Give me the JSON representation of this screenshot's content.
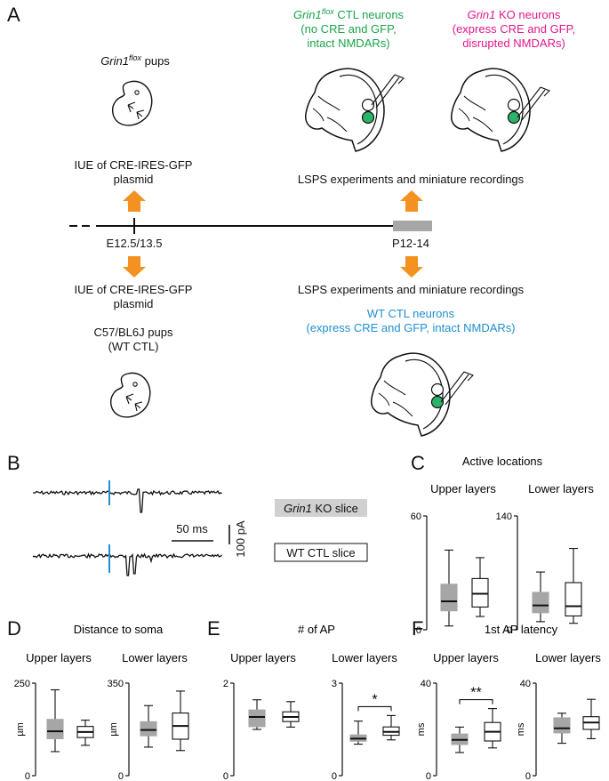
{
  "panels": {
    "a": "A",
    "b": "B",
    "c": "C",
    "d": "D",
    "e": "E",
    "f": "F"
  },
  "panel_a": {
    "flox_pups": {
      "gene": "Grin1",
      "sup": "flox",
      "rest": " pups"
    },
    "flox_ctl": {
      "gene": "Grin1",
      "sup": "flox",
      "rest": " CTL neurons",
      "line2": "(no CRE and GFP,",
      "line3": "intact NMDARs)",
      "color": "#1aa34a"
    },
    "ko": {
      "gene": "Grin1",
      "rest": " KO neurons",
      "line2": "(express CRE and GFP,",
      "line3": "disrupted NMDARs)",
      "color": "#e0188a"
    },
    "iue_top": {
      "line1": "IUE of CRE-IRES-GFP",
      "line2": "plasmid"
    },
    "lsps_top": "LSPS experiments and miniature recordings",
    "timeline_left": "E12.5/13.5",
    "timeline_right": "P12-14",
    "iue_bottom": {
      "line1": "IUE of CRE-IRES-GFP",
      "line2": "plasmid"
    },
    "lsps_bottom": "LSPS experiments and miniature recordings",
    "wt_pups": {
      "line1": "C57/BL6J pups",
      "line2": "(WT CTL)"
    },
    "wt_ctl": {
      "line1": "WT CTL neurons",
      "line2": "(express CRE and GFP, intact NMDARs)",
      "color": "#1f8fd0"
    },
    "arrow_color": "#f39220",
    "gfp_color": "#2bb36a",
    "bar_color": "#a6a6a6"
  },
  "panel_b": {
    "scale_time": "50 ms",
    "scale_current": "100 pA",
    "legend_ko": {
      "gene": "Grin1",
      "rest": " KO slice",
      "fill": "#d0d0d0"
    },
    "legend_wt": "WT CTL slice",
    "stim_color": "#1f8fd0"
  },
  "chart_data": [
    {
      "panel": "C",
      "title": "Active locations",
      "type": "box",
      "groups": [
        {
          "label": "Upper layers",
          "ylabel": "",
          "ylim": [
            0,
            60
          ],
          "ticks": [
            "60",
            "0"
          ],
          "boxes": [
            {
              "name": "Grin1 KO",
              "fill": "#a6a6a6",
              "min": 2,
              "q1": 10,
              "median": 15,
              "q3": 24,
              "max": 42
            },
            {
              "name": "WT CTL",
              "fill": "#ffffff",
              "min": 7,
              "q1": 12,
              "median": 19,
              "q3": 27,
              "max": 38
            }
          ]
        },
        {
          "label": "Lower layers",
          "ylabel": "",
          "ylim": [
            0,
            140
          ],
          "ticks": [
            "140",
            "0"
          ],
          "boxes": [
            {
              "name": "Grin1 KO",
              "fill": "#a6a6a6",
              "min": 10,
              "q1": 21,
              "median": 30,
              "q3": 46,
              "max": 71
            },
            {
              "name": "WT CTL",
              "fill": "#ffffff",
              "min": 8,
              "q1": 17,
              "median": 29,
              "q3": 58,
              "max": 100
            }
          ]
        }
      ]
    },
    {
      "panel": "D",
      "title": "Distance to soma",
      "type": "box",
      "groups": [
        {
          "label": "Upper layers",
          "ylabel": "µm",
          "ylim": [
            0,
            250
          ],
          "ticks": [
            "250",
            "0"
          ],
          "boxes": [
            {
              "name": "Grin1 KO",
              "fill": "#a6a6a6",
              "min": 65,
              "q1": 100,
              "median": 120,
              "q3": 152,
              "max": 232
            },
            {
              "name": "WT CTL",
              "fill": "#ffffff",
              "min": 82,
              "q1": 103,
              "median": 118,
              "q3": 133,
              "max": 150
            }
          ]
        },
        {
          "label": "Lower layers",
          "ylabel": "µm",
          "ylim": [
            0,
            350
          ],
          "ticks": [
            "350",
            "0"
          ],
          "boxes": [
            {
              "name": "Grin1 KO",
              "fill": "#a6a6a6",
              "min": 108,
              "q1": 151,
              "median": 173,
              "q3": 204,
              "max": 265
            },
            {
              "name": "WT CTL",
              "fill": "#ffffff",
              "min": 95,
              "q1": 138,
              "median": 188,
              "q3": 237,
              "max": 320
            }
          ]
        }
      ]
    },
    {
      "panel": "E",
      "title": "# of AP",
      "type": "box",
      "groups": [
        {
          "label": "Upper layers",
          "ylabel": "",
          "ylim": [
            0,
            2
          ],
          "ticks": [
            "2",
            "0"
          ],
          "boxes": [
            {
              "name": "Grin1 KO",
              "fill": "#a6a6a6",
              "min": 1.0,
              "q1": 1.06,
              "median": 1.27,
              "q3": 1.42,
              "max": 1.64
            },
            {
              "name": "WT CTL",
              "fill": "#ffffff",
              "min": 1.05,
              "q1": 1.17,
              "median": 1.27,
              "q3": 1.38,
              "max": 1.6
            }
          ]
        },
        {
          "label": "Lower layers",
          "ylabel": "",
          "ylim": [
            0,
            3
          ],
          "ticks": [
            "3",
            "0"
          ],
          "boxes": [
            {
              "name": "Grin1 KO",
              "fill": "#a6a6a6",
              "min": 1.02,
              "q1": 1.12,
              "median": 1.2,
              "q3": 1.32,
              "max": 1.77
            },
            {
              "name": "WT CTL",
              "fill": "#ffffff",
              "min": 1.16,
              "q1": 1.31,
              "median": 1.42,
              "q3": 1.58,
              "max": 1.95
            }
          ]
        }
      ],
      "significance": [
        {
          "group": 1,
          "label": "*"
        }
      ]
    },
    {
      "panel": "F",
      "title": "1st AP latency",
      "type": "box",
      "groups": [
        {
          "label": "Upper layers",
          "ylabel": "ms",
          "ylim": [
            0,
            40
          ],
          "ticks": [
            "40",
            "0"
          ],
          "boxes": [
            {
              "name": "Grin1 KO",
              "fill": "#a6a6a6",
              "min": 10,
              "q1": 13.5,
              "median": 15.5,
              "q3": 18,
              "max": 21
            },
            {
              "name": "WT CTL",
              "fill": "#ffffff",
              "min": 12,
              "q1": 15,
              "median": 19,
              "q3": 23,
              "max": 29
            }
          ]
        },
        {
          "label": "Lower layers",
          "ylabel": "ms",
          "ylim": [
            0,
            40
          ],
          "ticks": [
            "40",
            "0"
          ],
          "boxes": [
            {
              "name": "Grin1 KO",
              "fill": "#a6a6a6",
              "min": 14,
              "q1": 18.5,
              "median": 20.5,
              "q3": 25,
              "max": 27
            },
            {
              "name": "WT CTL",
              "fill": "#ffffff",
              "min": 16,
              "q1": 20,
              "median": 23,
              "q3": 25.5,
              "max": 33
            }
          ]
        }
      ],
      "significance": [
        {
          "group": 0,
          "label": "**"
        }
      ]
    }
  ]
}
